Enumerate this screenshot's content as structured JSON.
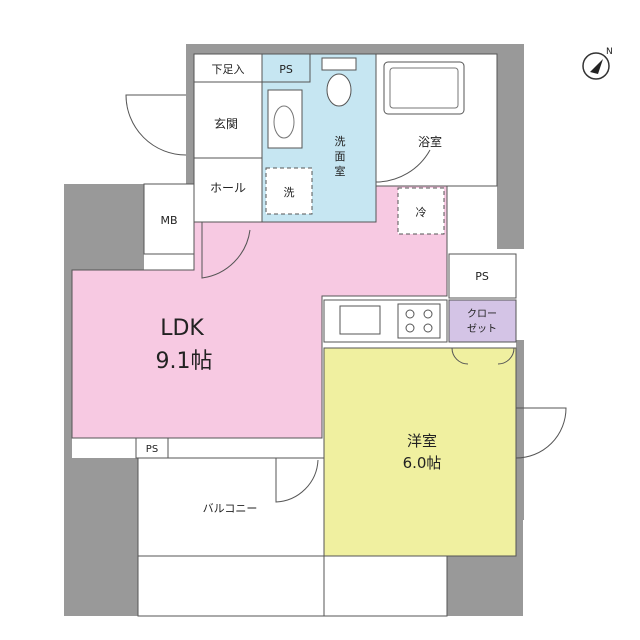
{
  "rooms": {
    "ldk": {
      "name": "LDK",
      "size": "9.1帖",
      "color": "#f7c9e2"
    },
    "western": {
      "name": "洋室",
      "size": "6.0帖",
      "color": "#f0f0a0"
    },
    "washroom": {
      "name": "洗面室",
      "color": "#c6e6f2"
    },
    "bath": {
      "name": "浴室"
    },
    "entrance": {
      "name": "玄関"
    },
    "hall": {
      "name": "ホール"
    },
    "shoe_storage": {
      "name": "下足入"
    },
    "mb": {
      "name": "MB"
    },
    "ps_top": {
      "name": "PS"
    },
    "ps_right": {
      "name": "PS"
    },
    "ps_bottom": {
      "name": "PS"
    },
    "closet": {
      "name": "クローゼット",
      "color": "#d4c4e6"
    },
    "balcony": {
      "name": "バルコニー"
    }
  },
  "fixtures": {
    "washer": "洗",
    "fridge": "冷"
  },
  "compass": {
    "icon": "north-compass-icon"
  },
  "colors": {
    "wall": "#999999",
    "line": "#555555"
  }
}
